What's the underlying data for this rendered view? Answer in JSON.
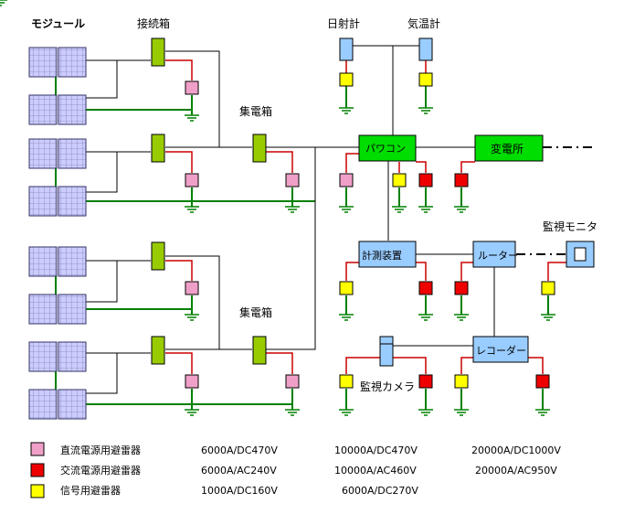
{
  "labels": {
    "module": "モジュール",
    "junction_box": "接続箱",
    "collector_box_1": "集電箱",
    "collector_box_2": "集電箱",
    "pyranometer": "日射計",
    "thermometer": "気温計",
    "power_conditioner": "パワコン",
    "substation": "変電所",
    "measurement": "計測装置",
    "router": "ルーター",
    "recorder": "レコーダー",
    "monitor": "監視モニタ",
    "camera": "監視カメラ"
  },
  "colors": {
    "dc_arrester": "#f0a0c8",
    "ac_arrester": "#ee0000",
    "signal_arrester": "#ffff00",
    "junction_box": "#99cc00",
    "pcs": "#00dd00",
    "device": "#99ccff",
    "module": "#ccccff",
    "ground": "#008000",
    "dc_line": "#cc0000"
  },
  "legend": [
    {
      "label": "直流電源用避雷器",
      "color": "#f0a0c8",
      "specs": [
        "6000A/DC470V",
        "10000A/DC470V",
        "20000A/DC1000V"
      ]
    },
    {
      "label": "交流電源用避雷器",
      "color": "#ee0000",
      "specs": [
        "6000A/AC240V",
        "10000A/AC460V",
        "20000A/AC950V"
      ]
    },
    {
      "label": "信号用避雷器",
      "color": "#ffff00",
      "specs": [
        "1000A/DC160V",
        "6000A/DC270V"
      ]
    }
  ]
}
